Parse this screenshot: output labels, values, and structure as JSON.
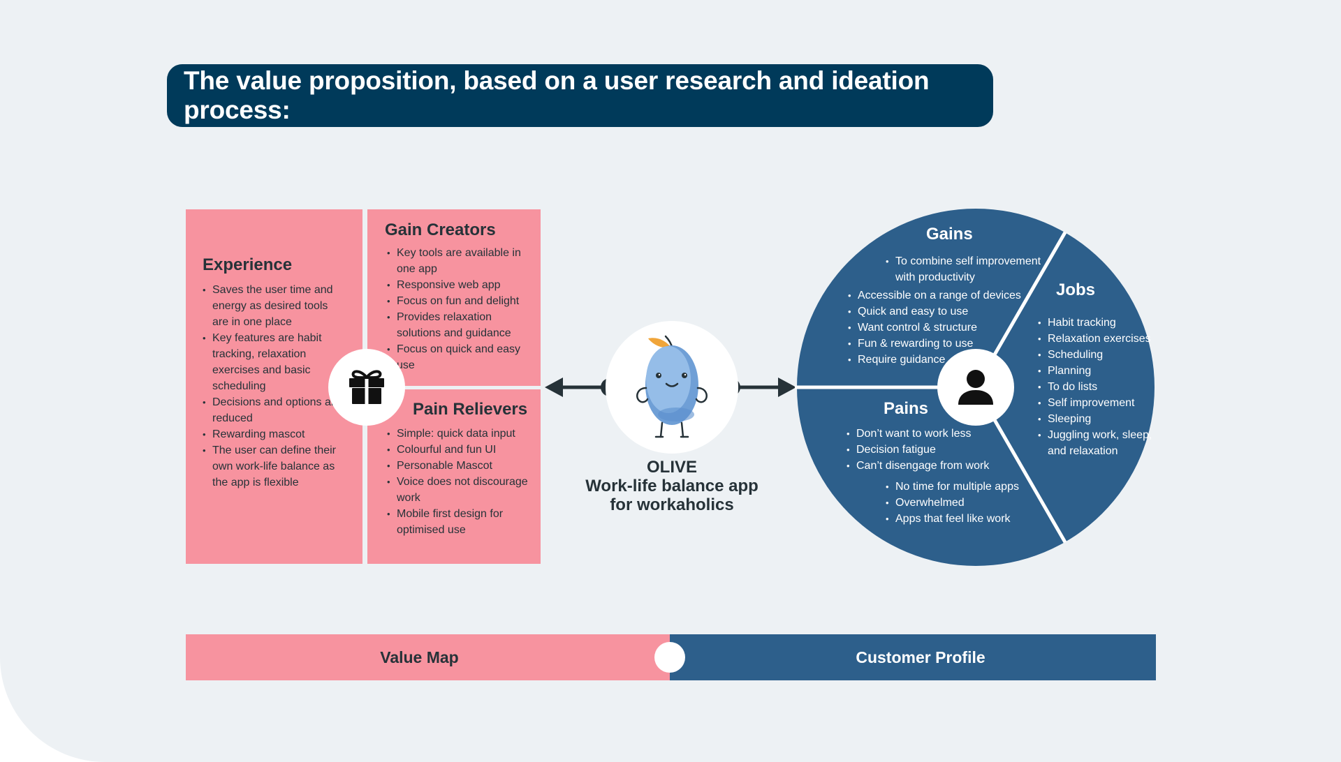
{
  "title": "The value proposition, based on a user research and ideation process:",
  "colors": {
    "value_map": "#f7939f",
    "customer_profile": "#2d5f8b",
    "banner": "#003a5a",
    "background": "#edf1f4"
  },
  "value_map": {
    "experience": {
      "title": "Experience",
      "items": [
        "Saves the user time and energy as desired tools are in one place",
        "Key features are habit tracking, relaxation exercises and basic scheduling",
        "Decisions and options are reduced",
        "Rewarding mascot",
        "The user can define their own work-life balance as the app is flexible"
      ]
    },
    "gain_creators": {
      "title": "Gain Creators",
      "items": [
        "Key tools are available in one app",
        "Responsive web app",
        "Focus on fun and delight",
        "Provides relaxation solutions and guidance",
        "Focus on quick and easy use"
      ]
    },
    "pain_relievers": {
      "title": "Pain Relievers",
      "items": [
        "Simple: quick data input",
        "Colourful and fun UI",
        "Personable Mascot",
        "Voice does not discourage work",
        "Mobile first design for optimised use"
      ]
    },
    "icon": "gift-icon"
  },
  "mascot": {
    "name": "OLIVE",
    "tagline_1": "Work-life balance app",
    "tagline_2": "for workaholics",
    "icon": "olive-mascot-icon"
  },
  "customer_profile": {
    "gains": {
      "title": "Gains",
      "items": [
        "To combine self improvement with productivity",
        "Accessible on a range of devices",
        "Quick and easy to use",
        "Want control & structure",
        "Fun & rewarding to use",
        "Require guidance"
      ]
    },
    "jobs": {
      "title": "Jobs",
      "items": [
        "Habit tracking",
        "Relaxation exercises",
        "Scheduling",
        "Planning",
        "To do lists",
        "Self improvement",
        "Sleeping",
        "Juggling work, sleep, and relaxation"
      ]
    },
    "pains": {
      "title": "Pains",
      "items_a": [
        "Don’t want to work less",
        "Decision fatigue",
        "Can’t disengage from work"
      ],
      "items_b": [
        "No time for multiple apps",
        "Overwhelmed",
        "Apps that feel like work"
      ]
    },
    "icon": "user-icon"
  },
  "bottom_bar": {
    "value_map_label": "Value Map",
    "customer_profile_label": "Customer Profile"
  }
}
